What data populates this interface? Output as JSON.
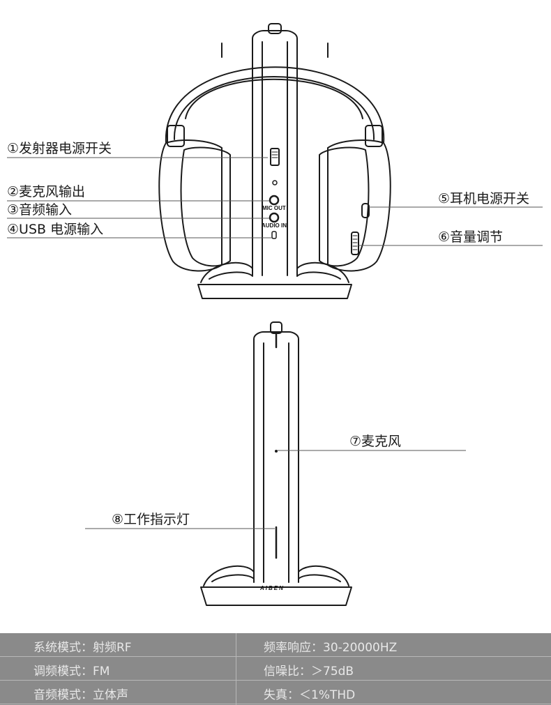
{
  "callouts": {
    "power_switch": "①发射器电源开关",
    "mic_out": "②麦克风输出",
    "audio_in": "③音频输入",
    "usb_power": "④USB 电源输入",
    "headphone_power": "⑤耳机电源开关",
    "volume": "⑥音量调节",
    "microphone": "⑦麦克风",
    "indicator": "⑧工作指示灯"
  },
  "device_labels": {
    "mic_out": "MIC OUT",
    "audio_in": "AUDIO IN",
    "brand": "AIBEN"
  },
  "specs": [
    {
      "left": "系统模式：射频RF",
      "right": "频率响应：30-20000HZ"
    },
    {
      "left": "调频模式：FM",
      "right": "信噪比：＞75dB"
    },
    {
      "left": "音频模式：立体声",
      "right": "失真：＜1%THD"
    }
  ],
  "colors": {
    "line": "#1a1a1a",
    "spec_bg": "#8a8a8a",
    "spec_text": "#e8e8e8",
    "leader": "#555555"
  }
}
